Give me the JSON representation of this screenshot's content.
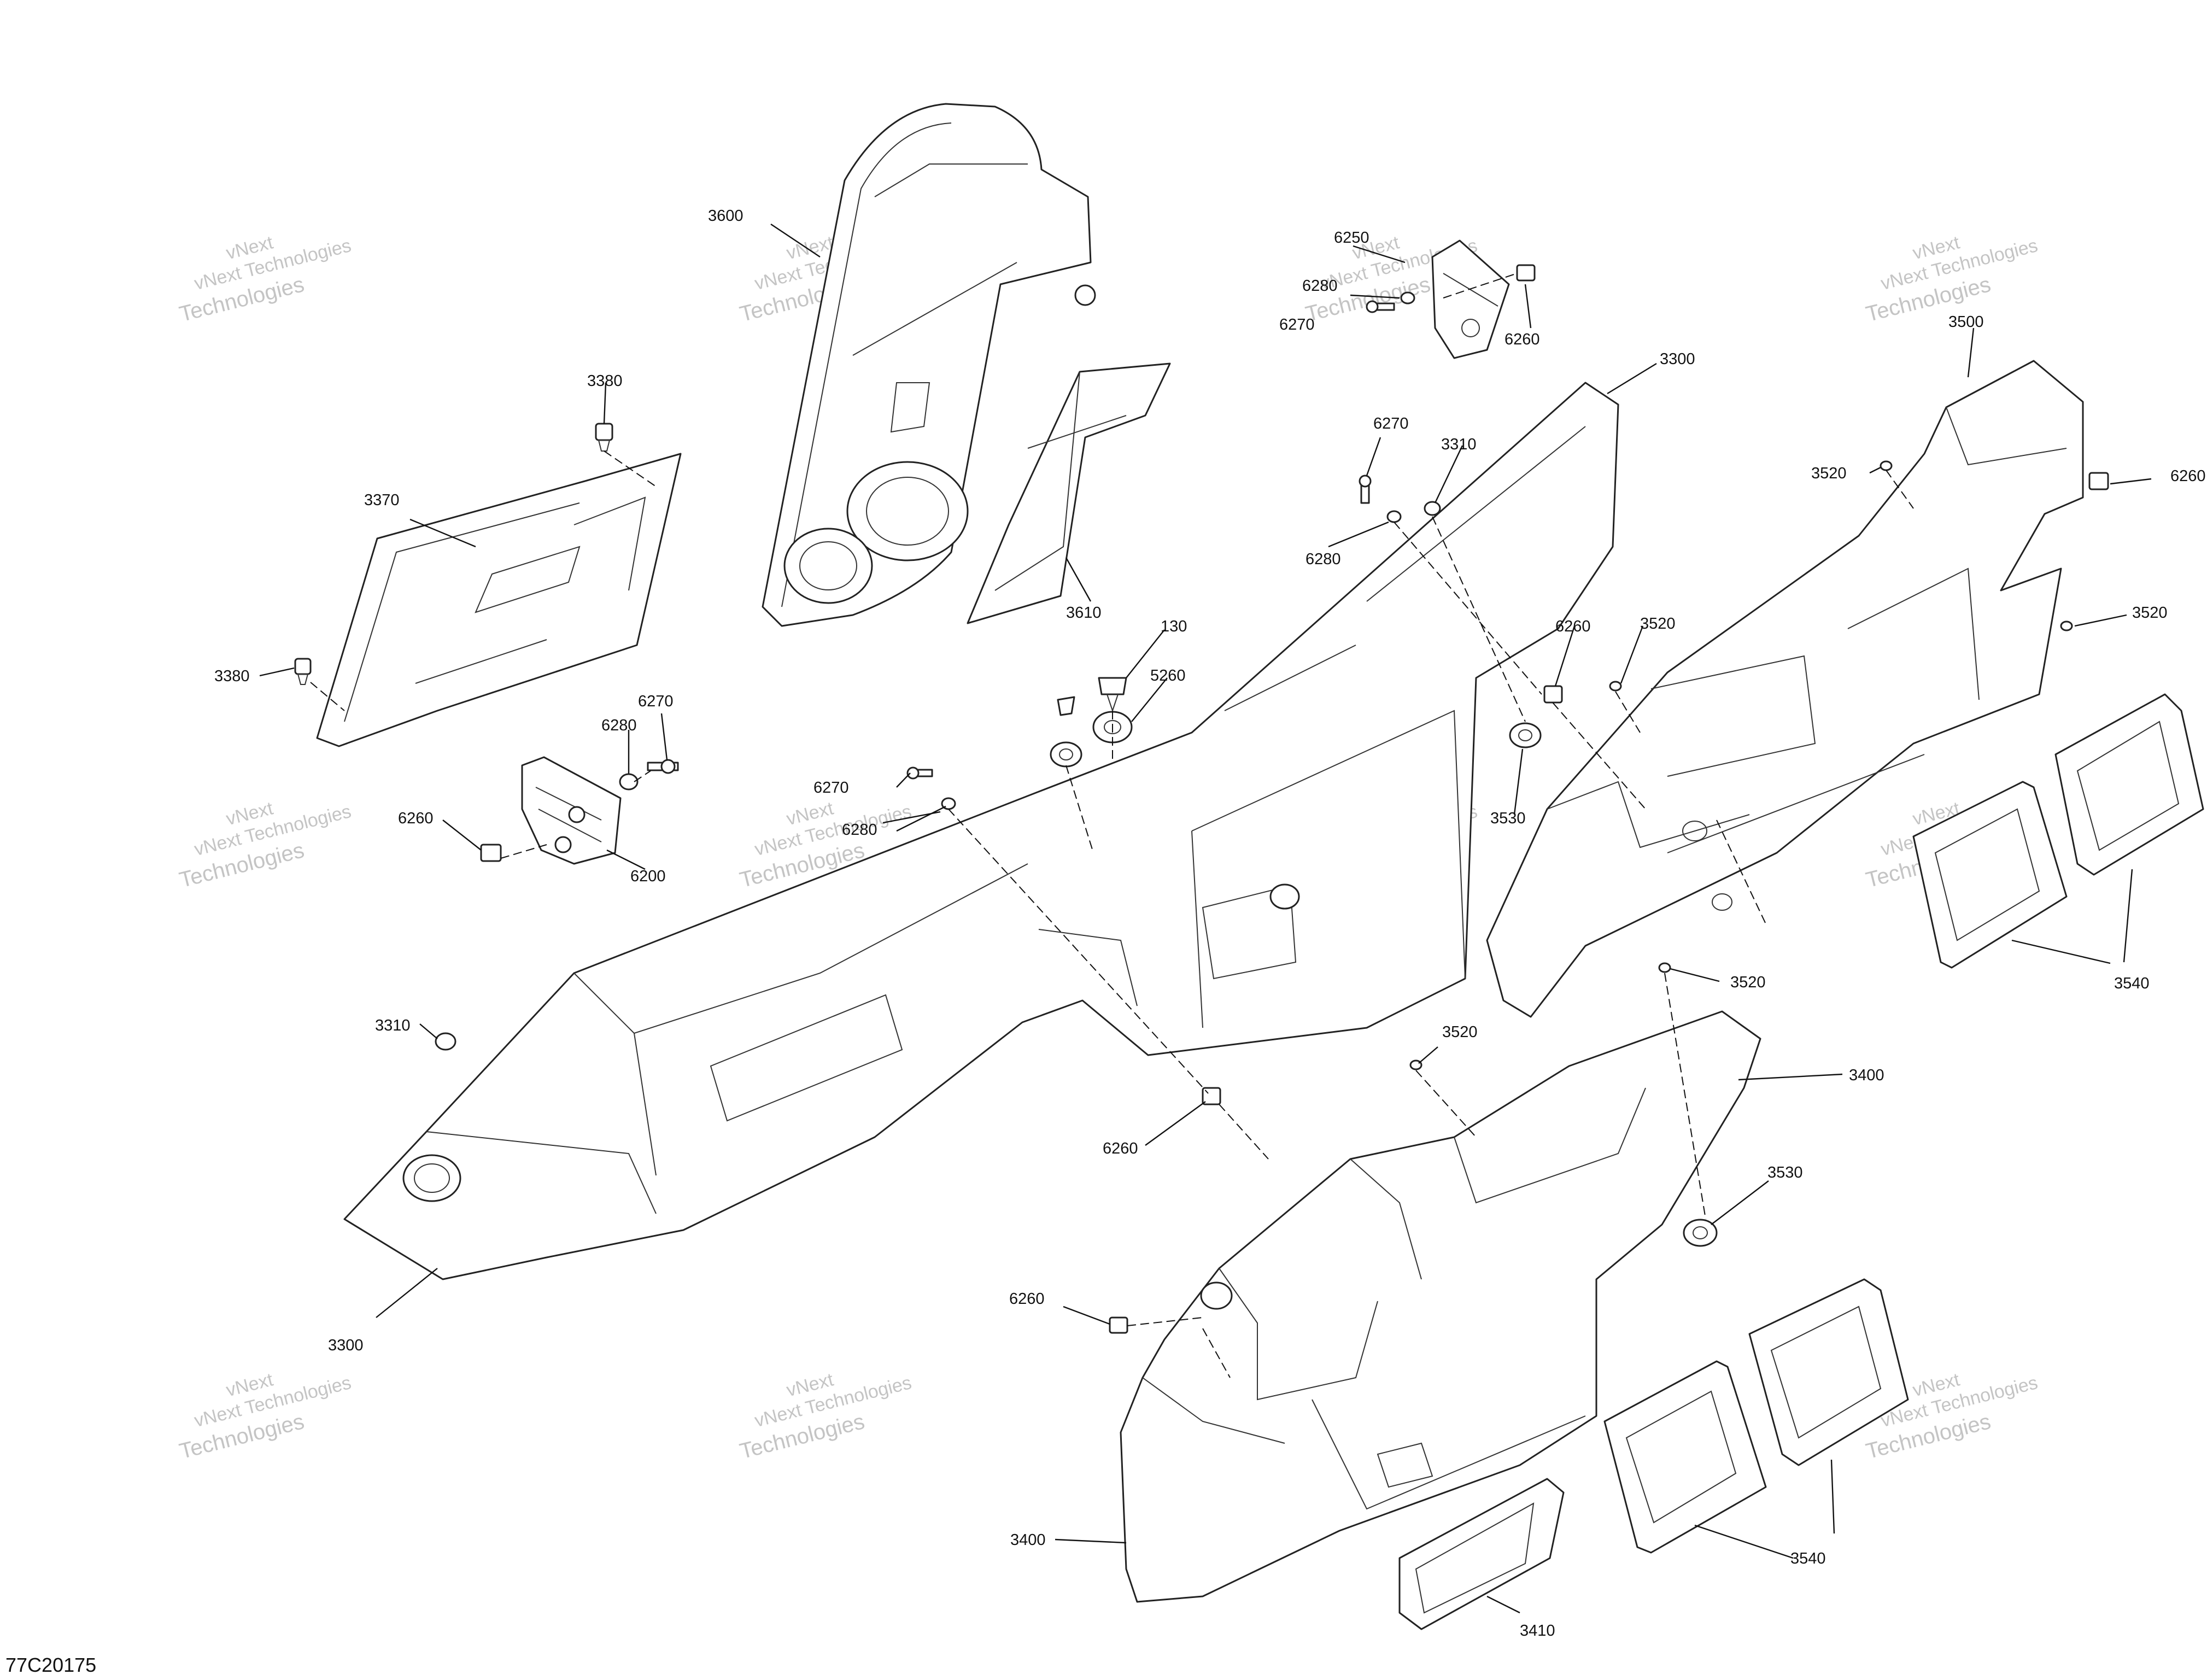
{
  "diagram_id": "77C20175",
  "watermark": {
    "line1": "vNext",
    "line2": "vNext Technologies",
    "line3": "Technologies"
  },
  "callouts": [
    {
      "id": "c3600",
      "text": "3600"
    },
    {
      "id": "c3610",
      "text": "3610"
    },
    {
      "id": "c6250",
      "text": "6250"
    },
    {
      "id": "c6280a",
      "text": "6280"
    },
    {
      "id": "c6270a",
      "text": "6270"
    },
    {
      "id": "c6260a",
      "text": "6260"
    },
    {
      "id": "c3300a",
      "text": "3300"
    },
    {
      "id": "c3500",
      "text": "3500"
    },
    {
      "id": "c6260b",
      "text": "6260"
    },
    {
      "id": "c3520a",
      "text": "3520"
    },
    {
      "id": "c3520b",
      "text": "3520"
    },
    {
      "id": "c3380a",
      "text": "3380"
    },
    {
      "id": "c3370",
      "text": "3370"
    },
    {
      "id": "c3380b",
      "text": "3380"
    },
    {
      "id": "c6270b",
      "text": "6270"
    },
    {
      "id": "c3310a",
      "text": "3310"
    },
    {
      "id": "c6280b",
      "text": "6280"
    },
    {
      "id": "c130",
      "text": "130"
    },
    {
      "id": "c5260",
      "text": "5260"
    },
    {
      "id": "c6260c",
      "text": "6260"
    },
    {
      "id": "c3520c",
      "text": "3520"
    },
    {
      "id": "c6270c",
      "text": "6270"
    },
    {
      "id": "c6280c",
      "text": "6280"
    },
    {
      "id": "c6270d",
      "text": "6270"
    },
    {
      "id": "c6280d",
      "text": "6280"
    },
    {
      "id": "c6260d",
      "text": "6260"
    },
    {
      "id": "c6200",
      "text": "6200"
    },
    {
      "id": "c3530a",
      "text": "3530"
    },
    {
      "id": "c3540a",
      "text": "3540"
    },
    {
      "id": "c3520d",
      "text": "3520"
    },
    {
      "id": "c3310b",
      "text": "3310"
    },
    {
      "id": "c3520e",
      "text": "3520"
    },
    {
      "id": "c3400a",
      "text": "3400"
    },
    {
      "id": "c6260e",
      "text": "6260"
    },
    {
      "id": "c3530b",
      "text": "3530"
    },
    {
      "id": "c6260f",
      "text": "6260"
    },
    {
      "id": "c3300b",
      "text": "3300"
    },
    {
      "id": "c3400b",
      "text": "3400"
    },
    {
      "id": "c3540b",
      "text": "3540"
    },
    {
      "id": "c3410",
      "text": "3410"
    }
  ]
}
